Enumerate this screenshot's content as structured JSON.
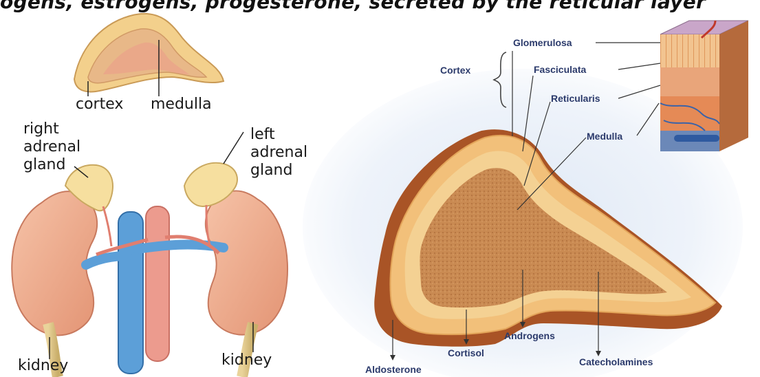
{
  "caption": "ogens, estrogens, progesterone, secreted by the reticular layer",
  "watermark": "",
  "left": {
    "labels": {
      "cortex": "cortex",
      "medulla": "medulla",
      "right_adrenal_line1": "right",
      "right_adrenal_line2": "adrenal",
      "right_adrenal_line3": "gland",
      "left_adrenal_line1": "left",
      "left_adrenal_line2": "adrenal",
      "left_adrenal_line3": "gland",
      "kidney_left": "kidney",
      "kidney_right": "kidney"
    }
  },
  "right": {
    "labels": {
      "cortex": "Cortex",
      "glomerulosa": "Glomerulosa",
      "fasciculata": "Fasciculata",
      "reticularis": "Reticularis",
      "medulla": "Medulla",
      "aldosterone": "Aldosterone",
      "cortisol": "Cortisol",
      "androgens": "Androgens",
      "catecholamines": "Catecholamines"
    }
  },
  "colors": {
    "label_blue": "#2b3a6b",
    "gland_yellow": "#f3dc9a",
    "kidney_pink": "#efad92",
    "vein_blue": "#4f8fd0",
    "artery_red": "#e58a7e",
    "section_orange": "#c8733a",
    "section_dark": "#9c4a22"
  }
}
